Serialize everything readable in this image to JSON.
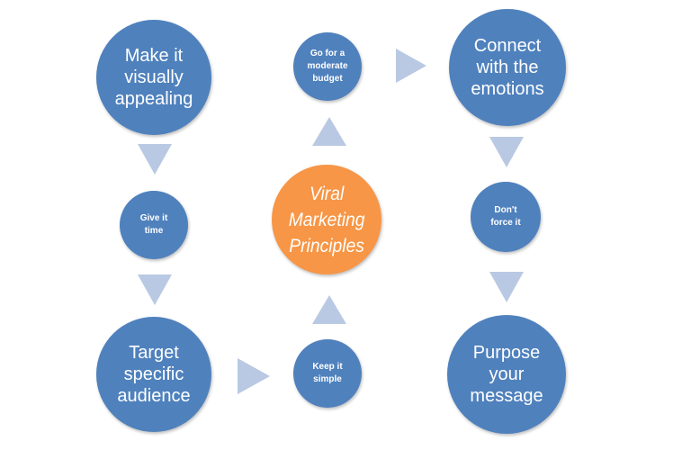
{
  "center": "Viral\nMarketing\nPrinciples",
  "nodes": {
    "make_it_visually_appealing": "Make it\nvisually\nappealing",
    "give_it_time": "Give it\ntime",
    "target_specific_audience": "Target\nspecific\naudience",
    "keep_it_simple": "Keep it\nsimple",
    "go_for_a_moderate_budget": "Go for a\nmoderate\nbudget",
    "connect_with_the_emotions": "Connect\nwith the\nemotions",
    "dont_force_it": "Don't\nforce it",
    "purpose_your_message": "Purpose\nyour\nmessage"
  },
  "colors": {
    "node": "#4f81bd",
    "center": "#f79646",
    "arrow": "#b9c9e3",
    "text": "#ffffff"
  }
}
